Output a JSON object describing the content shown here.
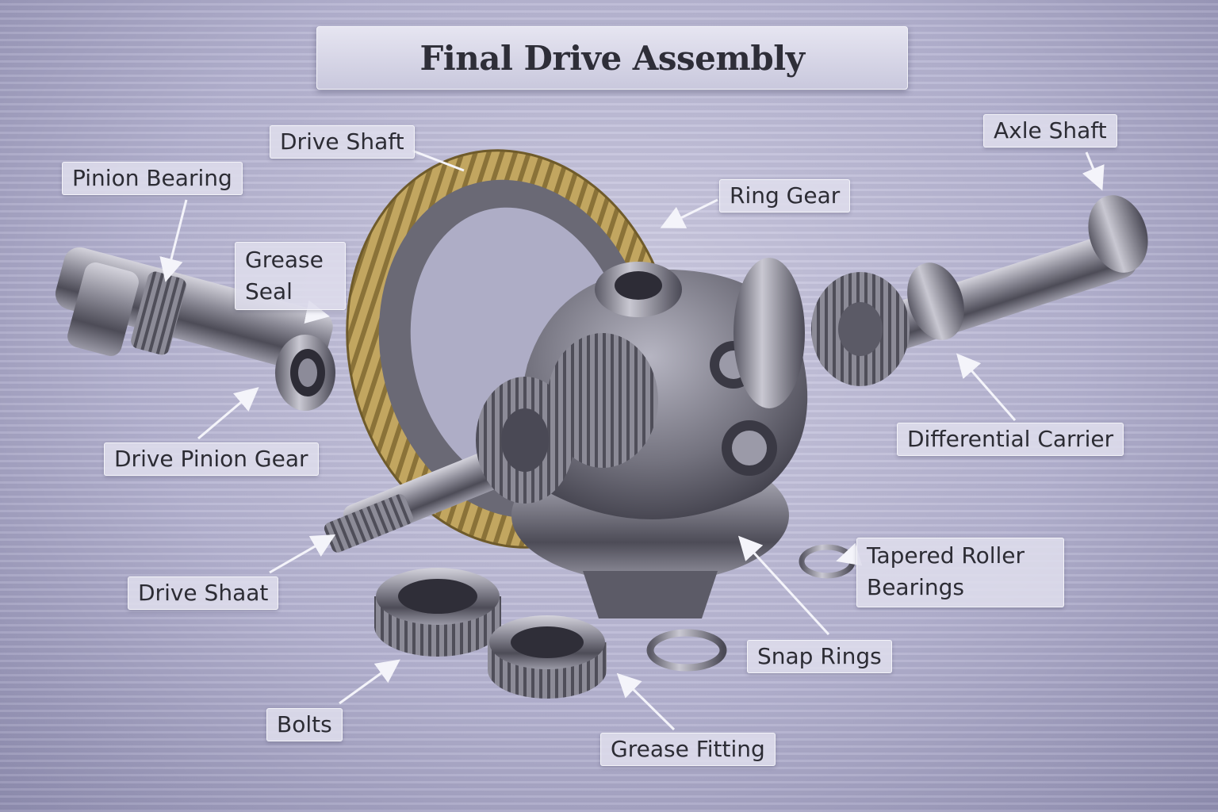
{
  "title": "Final Drive Assembly",
  "labels": {
    "drive_shaft_top": "Drive Shaft",
    "pinion_bearing": "Pinion Bearing",
    "grease_seal_line1": "Grease",
    "grease_seal_line2": "Seal",
    "ring_gear": "Ring Gear",
    "axle_shaft": "Axle Shaft",
    "differential_carrier": "Differential Carrier",
    "drive_pinion_gear": "Drive Pinion Gear",
    "tapered_roller_line1": "Tapered Roller",
    "tapered_roller_line2": "Bearings",
    "drive_shaat": "Drive Shaat",
    "snap_rings": "Snap Rings",
    "bolts": "Bolts",
    "grease_fitting": "Grease Fitting"
  },
  "colors": {
    "steel": "#8d8c98",
    "steel_dark": "#4c4b57",
    "brass": "#c7ad6a",
    "brass_dark": "#7d6630",
    "label_text": "#2c2c34"
  }
}
